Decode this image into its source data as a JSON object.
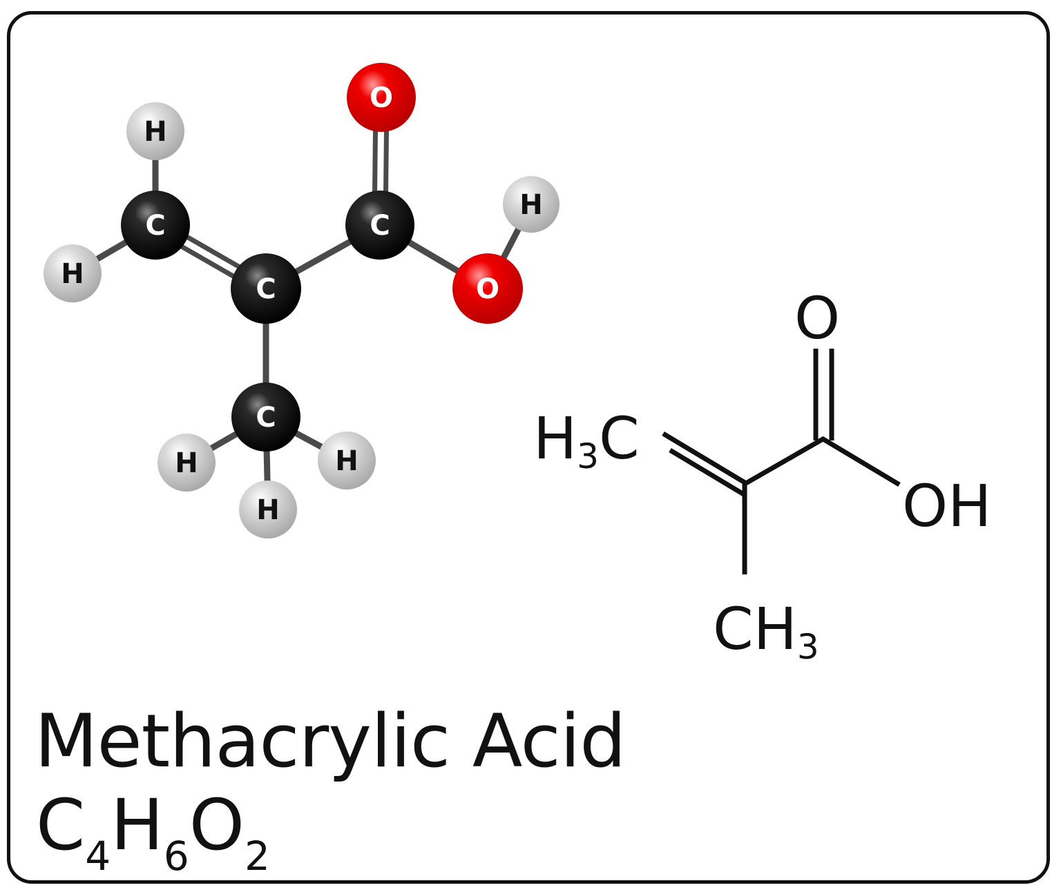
{
  "title": "Methacrylic Acid",
  "formula": [
    {
      "el": "C",
      "n": "4"
    },
    {
      "el": "H",
      "n": "6"
    },
    {
      "el": "O",
      "n": "2"
    }
  ],
  "colors": {
    "carbon": "#000000",
    "hydrogen": "#cfcfcf",
    "oxygen": "#ee0000",
    "bond": "#4a4a4a",
    "outline": "#111111"
  },
  "ball_model": {
    "atoms": [
      {
        "id": "h1",
        "element": "H"
      },
      {
        "id": "h2",
        "element": "H"
      },
      {
        "id": "c1",
        "element": "C"
      },
      {
        "id": "c2",
        "element": "C"
      },
      {
        "id": "c3",
        "element": "C"
      },
      {
        "id": "o1",
        "element": "O"
      },
      {
        "id": "o2",
        "element": "O"
      },
      {
        "id": "h3",
        "element": "H"
      },
      {
        "id": "c4",
        "element": "C"
      },
      {
        "id": "h4",
        "element": "H"
      },
      {
        "id": "h5",
        "element": "H"
      },
      {
        "id": "h6",
        "element": "H"
      }
    ],
    "bonds": [
      {
        "a": "h1",
        "b": "c1",
        "order": 1
      },
      {
        "a": "h2",
        "b": "c1",
        "order": 1
      },
      {
        "a": "c1",
        "b": "c2",
        "order": 2
      },
      {
        "a": "c2",
        "b": "c3",
        "order": 1
      },
      {
        "a": "c3",
        "b": "o1",
        "order": 2
      },
      {
        "a": "c3",
        "b": "o2",
        "order": 1
      },
      {
        "a": "o2",
        "b": "h3",
        "order": 1
      },
      {
        "a": "c2",
        "b": "c4",
        "order": 1
      },
      {
        "a": "c4",
        "b": "h4",
        "order": 1
      },
      {
        "a": "c4",
        "b": "h5",
        "order": 1
      },
      {
        "a": "c4",
        "b": "h6",
        "order": 1
      }
    ]
  },
  "skeletal": {
    "labels": {
      "h3c": {
        "main": "H",
        "sub": "3",
        "end": "C"
      },
      "o": "O",
      "oh": "OH",
      "ch3": {
        "main": "CH",
        "sub": "3"
      }
    }
  }
}
